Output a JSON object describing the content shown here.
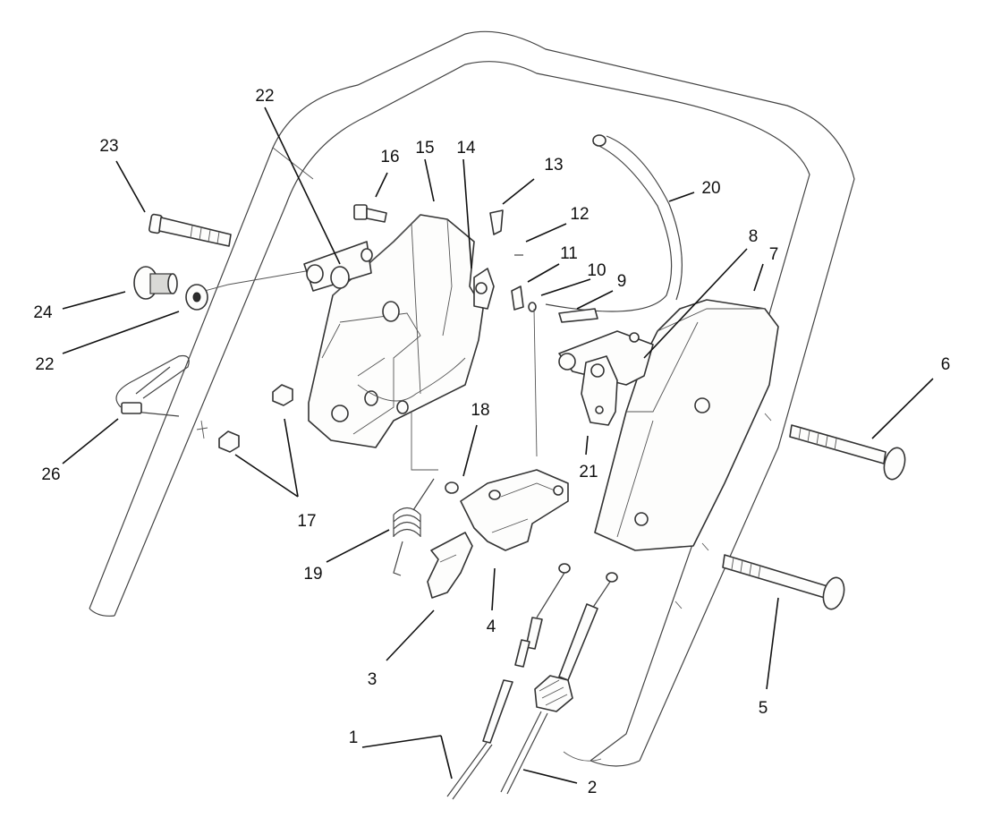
{
  "diagram": {
    "callouts": [
      {
        "id": "c1",
        "text": "1"
      },
      {
        "id": "c2",
        "text": "2"
      },
      {
        "id": "c3",
        "text": "3"
      },
      {
        "id": "c4",
        "text": "4"
      },
      {
        "id": "c5",
        "text": "5"
      },
      {
        "id": "c6",
        "text": "6"
      },
      {
        "id": "c7",
        "text": "7"
      },
      {
        "id": "c8",
        "text": "8"
      },
      {
        "id": "c9",
        "text": "9"
      },
      {
        "id": "c10",
        "text": "10"
      },
      {
        "id": "c11",
        "text": "11"
      },
      {
        "id": "c12",
        "text": "12"
      },
      {
        "id": "c13",
        "text": "13"
      },
      {
        "id": "c14",
        "text": "14"
      },
      {
        "id": "c15",
        "text": "15"
      },
      {
        "id": "c16",
        "text": "16"
      },
      {
        "id": "c17",
        "text": "17"
      },
      {
        "id": "c18",
        "text": "18"
      },
      {
        "id": "c19",
        "text": "19"
      },
      {
        "id": "c20",
        "text": "20"
      },
      {
        "id": "c21",
        "text": "21"
      },
      {
        "id": "c22a",
        "text": "22"
      },
      {
        "id": "c22b",
        "text": "22"
      },
      {
        "id": "c23",
        "text": "23"
      },
      {
        "id": "c24",
        "text": "24"
      },
      {
        "id": "c26",
        "text": "26"
      }
    ]
  }
}
